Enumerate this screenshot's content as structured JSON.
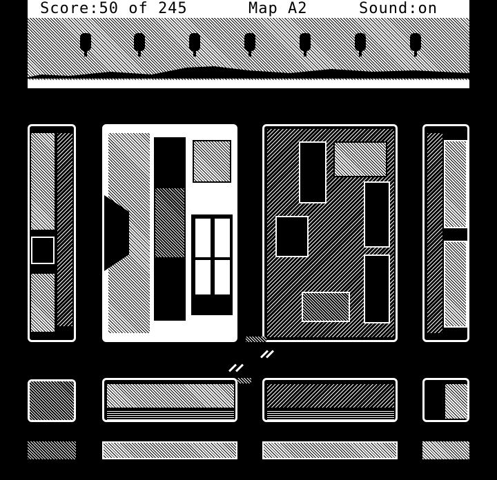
{
  "hud": {
    "score_text": "Score:50 of 245",
    "map_text": "Map A2",
    "sound_text": "Sound:on"
  },
  "colors": {
    "background": "#000000",
    "foreground": "#ffffff"
  },
  "scene": {
    "trees": [
      "tree-icon",
      "tree-icon",
      "tree-icon",
      "tree-icon",
      "tree-icon",
      "tree-icon",
      "tree-icon"
    ],
    "blocks": [
      "left-edge-building",
      "left-building",
      "center-building",
      "right-edge-building",
      "lower-left-edge",
      "lower-left",
      "lower-center",
      "lower-right-edge"
    ]
  }
}
